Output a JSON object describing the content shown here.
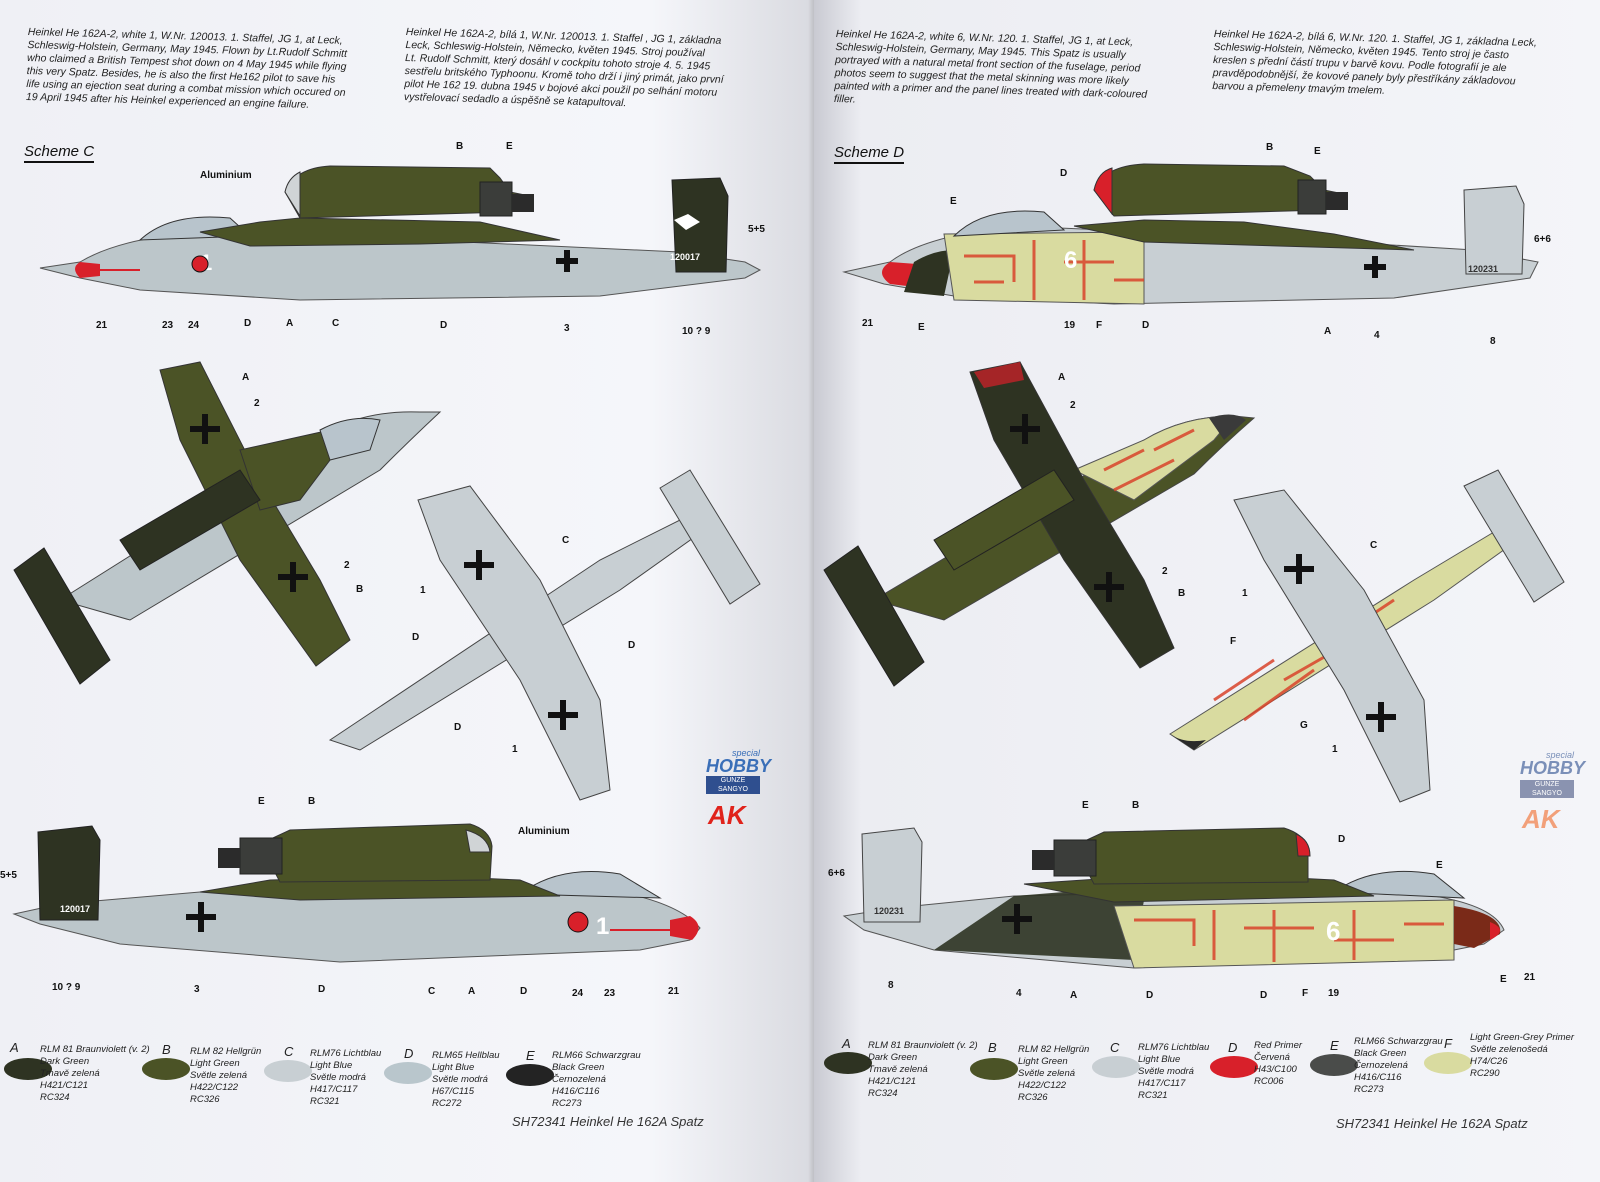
{
  "left_page": {
    "desc_en": "Heinkel He 162A-2, white 1, W.Nr. 120013. 1. Staffel, JG 1, at Leck,\nSchleswig-Holstein, Germany, May 1945. Flown by Lt.Rudolf Schmitt\nwho claimed a British Tempest shot down on 4 May 1945 while flying\nthis very Spatz. Besides, he is also the first He162 pilot to save his\nlife using an ejection seat during a combat mission which occured on\n19 April 1945 after his Heinkel experienced an engine failure.",
    "desc_cz": "Heinkel He 162A-2, bílá 1, W.Nr. 120013. 1. Staffel , JG 1, základna\nLeck, Schleswig-Holstein, Německo, květen 1945. Stroj používal\nLt. Rudolf Schmitt, který dosáhl v cockpitu tohoto stroje 4. 5. 1945\nsestřelu britského Typhoonu. Kromě toho drží i jiný primát, jako první\npilot He 162 19. dubna 1945 v bojové akci použil po selhání motoru\nvystřelovací sedadlo a úspěšně se katapultoval.",
    "scheme": "Scheme C",
    "aluminium": "Aluminium",
    "top_labels": {
      "b": "B",
      "e": "E",
      "five": "5+5",
      "l21": "21",
      "l23": "23",
      "l24": "24",
      "d1": "D",
      "a": "A",
      "c": "C",
      "d2": "D",
      "three": "3",
      "ten": "10 ? 9",
      "serial": "120017",
      "numeral": "1"
    },
    "plan_labels": {
      "a": "A",
      "two1": "2",
      "two2": "2",
      "b": "B",
      "c": "C",
      "one1": "1",
      "one2": "1",
      "d1": "D",
      "d2": "D",
      "d3": "D"
    },
    "bottom_labels": {
      "e": "E",
      "b": "B",
      "aluminium": "Aluminium",
      "five": "5+5",
      "serial": "120017",
      "ten": "10 ? 9",
      "three": "3",
      "d1": "D",
      "c": "C",
      "a": "A",
      "d2": "D",
      "l24": "24",
      "l23": "23",
      "l21": "21",
      "numeral": "1"
    },
    "legend": [
      {
        "letter": "A",
        "text": "RLM 81 Braunviolett (v. 2)\nDark Green\nTmavě zelená\nH421/C121\nRC324",
        "color": "#2e3322"
      },
      {
        "letter": "B",
        "text": "RLM 82 Hellgrün\nLight Green\nSvětle zelená\nH422/C122\nRC326",
        "color": "#4b5326"
      },
      {
        "letter": "C",
        "text": "RLM76 Lichtblau\nLight Blue\nSvětle modrá\nH417/C117\nRC321",
        "color": "#c8cfd3"
      },
      {
        "letter": "D",
        "text": "RLM65 Hellblau\nLight Blue\nSvětle modrá\nH67/C115\nRC272",
        "color": "#b9c6cc"
      },
      {
        "letter": "E",
        "text": "RLM66 Schwarzgrau\nBlack Green\nČernozelená\nH416/C116\nRC273",
        "color": "#232323"
      }
    ],
    "footer": "SH72341 Heinkel He 162A Spatz",
    "logos": {
      "special": "special",
      "hobby": "HOBBY",
      "gunze1": "GUNZE",
      "gunze2": "SANGYO",
      "ak": "AK"
    }
  },
  "right_page": {
    "desc_en": "Heinkel He 162A-2, white 6, W.Nr. 120. 1. Staffel, JG 1, at Leck,\nSchleswig-Holstein, Germany, May 1945. This Spatz is usually\nportrayed with a natural metal front section of the fuselage, period\nphotos seem to suggest that the metal skinning was more likely\npainted with a primer and the panel lines treated with dark-coloured\nfiller.",
    "desc_cz": "Heinkel He 162A-2, bílá 6, W.Nr. 120. 1. Staffel, JG 1, základna Leck,\nSchleswig-Holstein, Německo, květen 1945. Tento stroj je často\nkreslen s přední částí trupu v barvě kovu. Podle fotografií je ale\npravděpodobnější, že kovové panely byly přestříkány základovou\nbarvou a přemeleny tmavým tmelem.",
    "scheme": "Scheme D",
    "top_labels": {
      "b": "B",
      "e1": "E",
      "d": "D",
      "e2": "E",
      "six": "6+6",
      "l21": "21",
      "e3": "E",
      "l19": "19",
      "f": "F",
      "d2": "D",
      "a": "A",
      "four": "4",
      "eight": "8",
      "serial": "120231",
      "numeral": "6"
    },
    "plan_labels": {
      "a": "A",
      "two1": "2",
      "two2": "2",
      "b": "B",
      "c": "C",
      "one1": "1",
      "one2": "1",
      "f": "F",
      "g": "G"
    },
    "bottom_labels": {
      "e": "E",
      "b": "B",
      "d": "D",
      "e2": "E",
      "six": "6+6",
      "serial": "120231",
      "eight": "8",
      "four": "4",
      "a": "A",
      "d1": "D",
      "d2": "D",
      "f": "F",
      "l19": "19",
      "e3": "E",
      "l21": "21",
      "numeral": "6"
    },
    "legend": [
      {
        "letter": "A",
        "text": "RLM 81 Braunviolett (v. 2)\nDark Green\nTmavě zelená\nH421/C121\nRC324",
        "color": "#2e3322"
      },
      {
        "letter": "B",
        "text": "RLM 82 Hellgrün\nLight Green\nSvětle zelená\nH422/C122\nRC326",
        "color": "#4b5326"
      },
      {
        "letter": "C",
        "text": "RLM76 Lichtblau\nLight Blue\nSvětle modrá\nH417/C117\nRC321",
        "color": "#c8cfd3"
      },
      {
        "letter": "D",
        "text": "Red Primer\nČervená\nH43/C100\nRC006",
        "color": "#d8202a"
      },
      {
        "letter": "E",
        "text": "RLM66 Schwarzgrau\nBlack Green\nČernozelená\nH416/C116\nRC273",
        "color": "#4a4c4a"
      },
      {
        "letter": "F",
        "text": "Light Green-Grey Primer\nSvětle zelenošedá\nH74/C26\nRC290",
        "color": "#d9dba0"
      }
    ],
    "footer": "SH72341 Heinkel He 162A Spatz",
    "logos": {
      "special": "special",
      "hobby": "HOBBY",
      "gunze1": "GUNZE",
      "gunze2": "SANGYO",
      "ak": "AK"
    }
  }
}
